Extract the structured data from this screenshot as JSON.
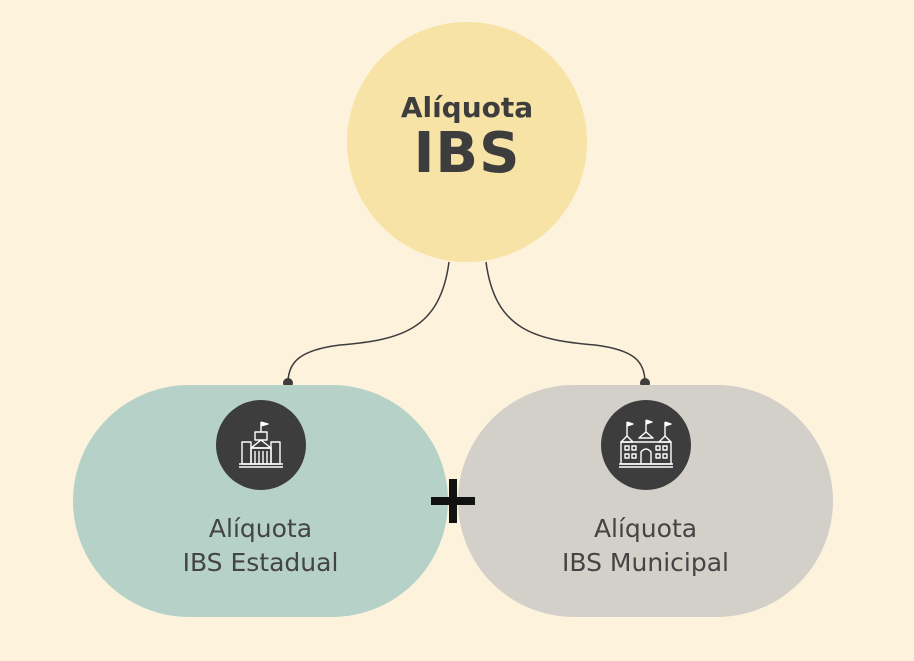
{
  "main": {
    "sub_label": "Alíquota",
    "big_label": "IBS"
  },
  "operator": "+",
  "nodes": [
    {
      "line1": "Alíquota",
      "line2": "IBS Estadual",
      "icon": "state-building-icon",
      "color": "#b5d1c8"
    },
    {
      "line1": "Alíquota",
      "line2": "IBS Municipal",
      "icon": "city-hall-icon",
      "color": "#d2d0c9"
    }
  ],
  "colors": {
    "background": "#fdf3dc",
    "main_circle": "#f7e3a6",
    "icon_circle": "#3d3d3d",
    "text": "#3d3d3d"
  }
}
